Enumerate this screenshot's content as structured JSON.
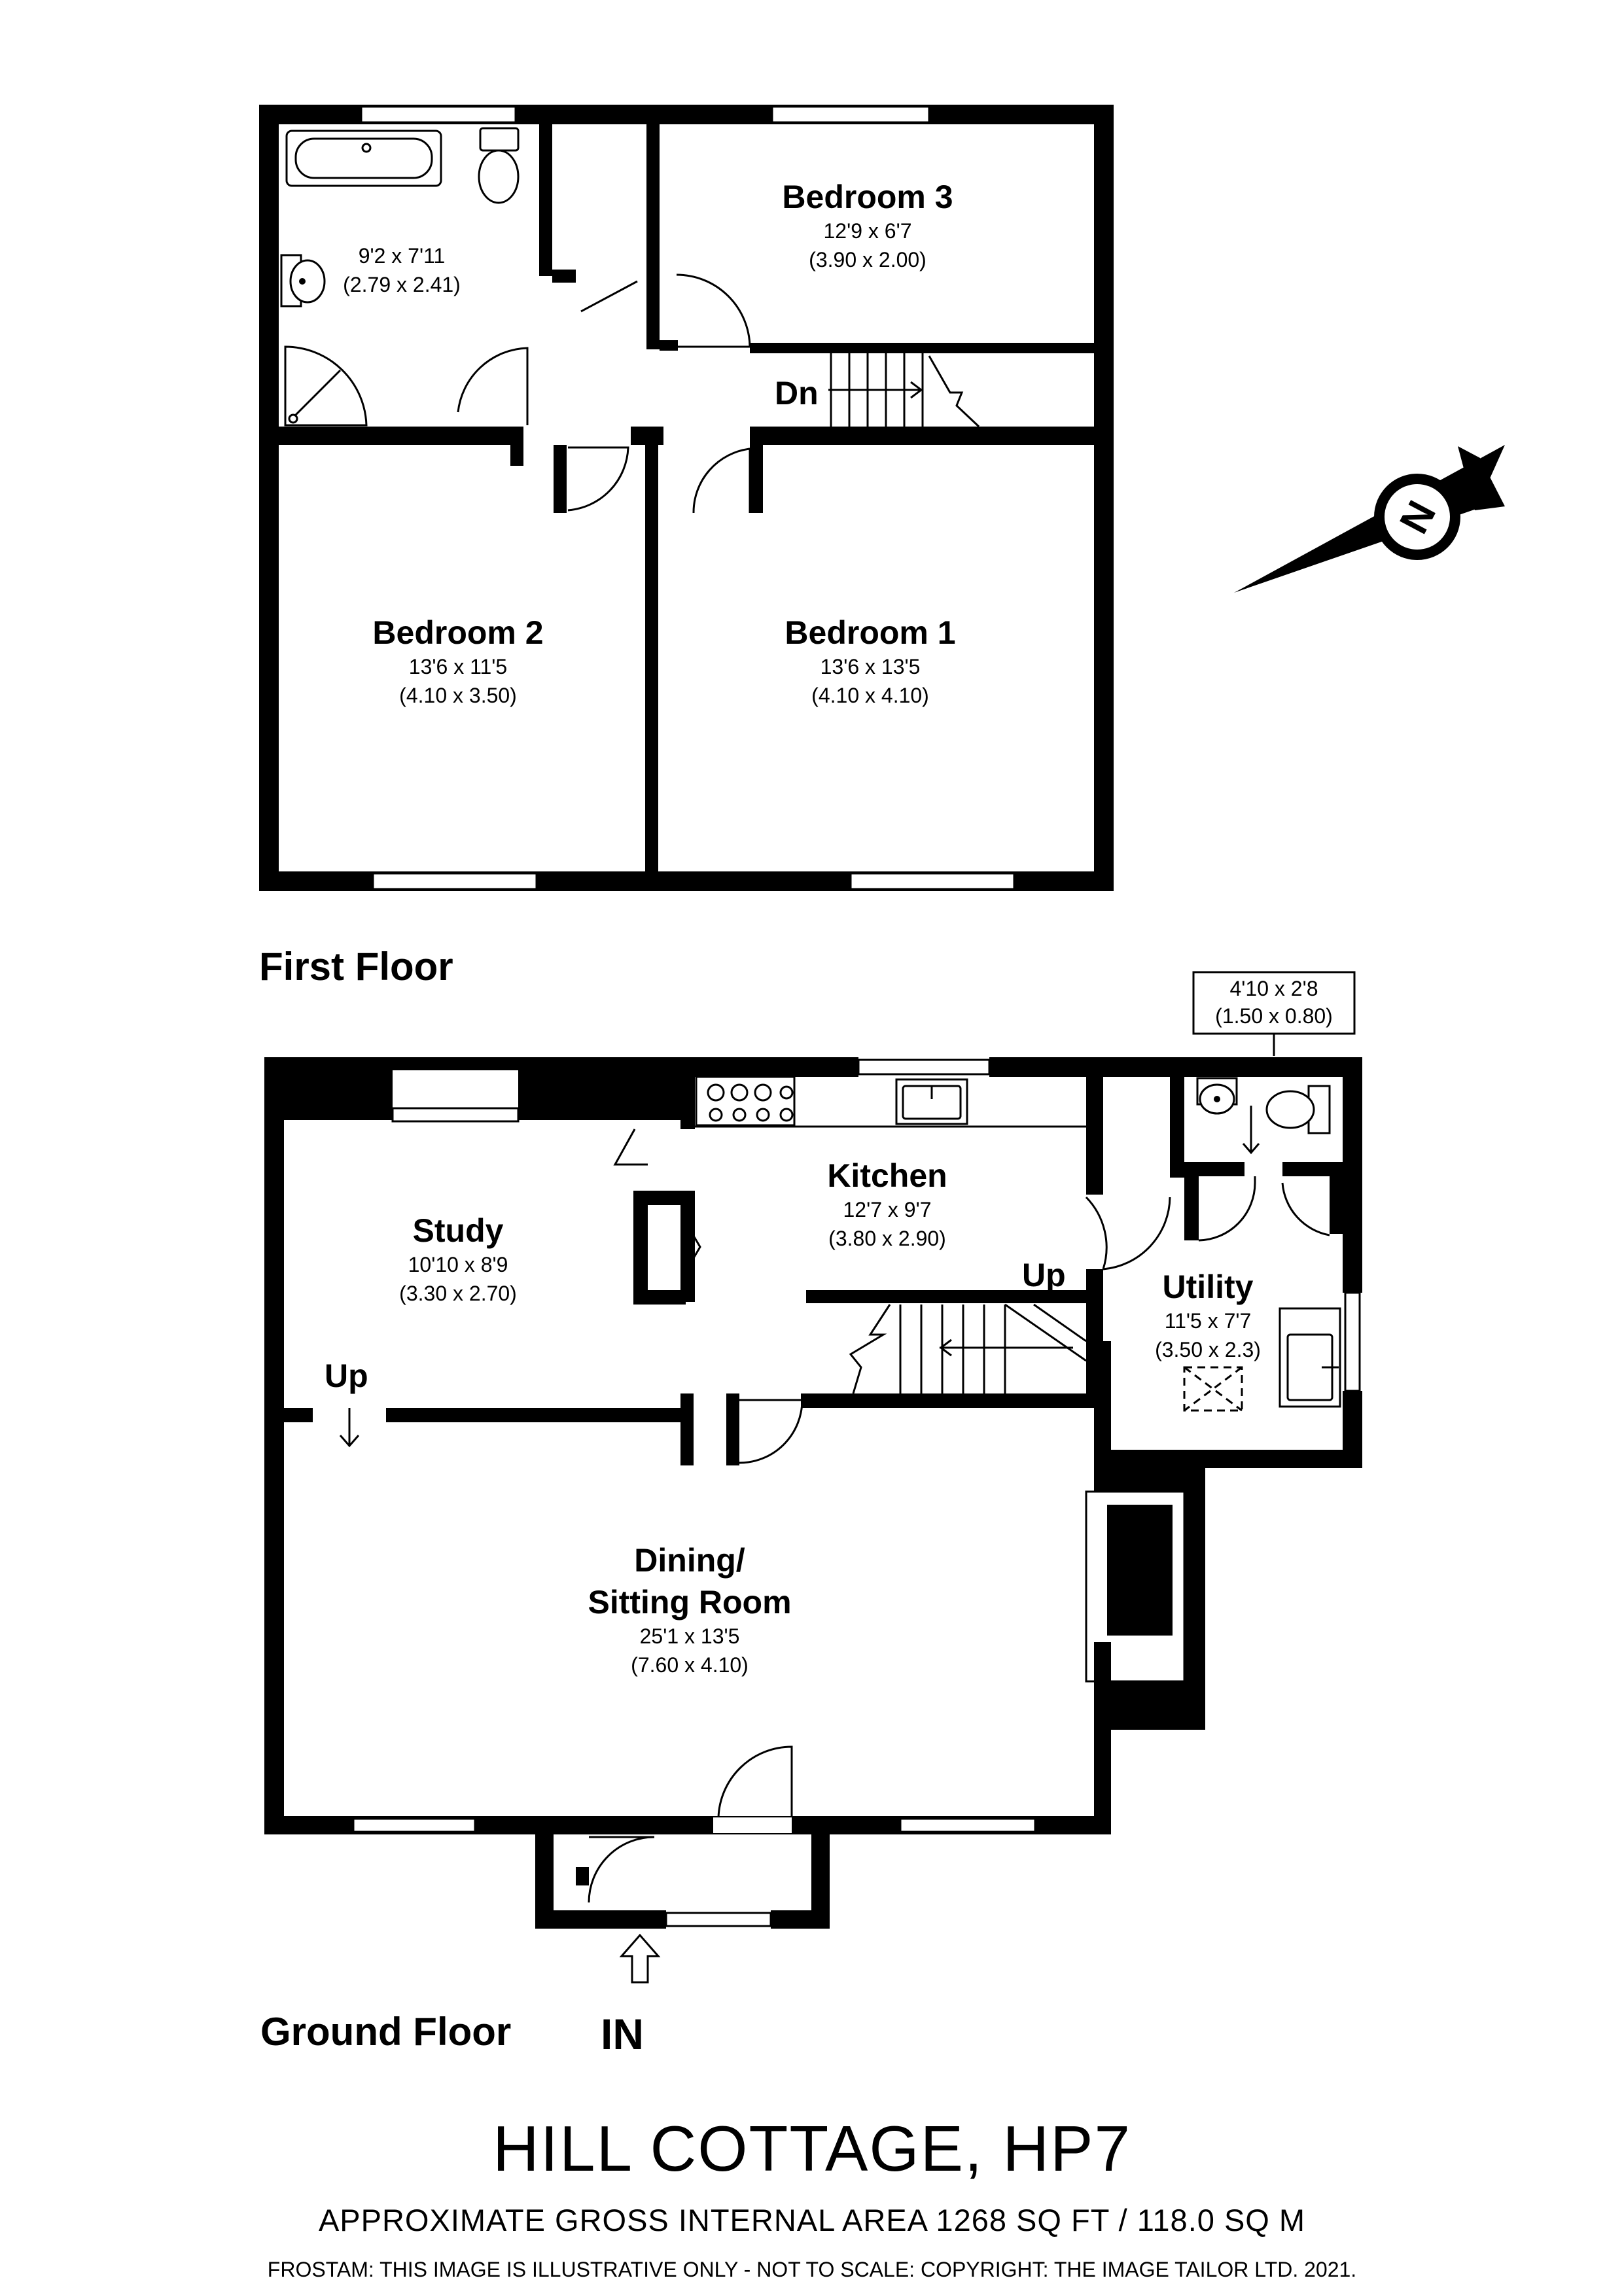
{
  "first_floor": {
    "label": "First Floor",
    "bathroom": {
      "dim_imperial": "9'2 x 7'11",
      "dim_metric": "(2.79 x 2.41)"
    },
    "bedroom3": {
      "name": "Bedroom 3",
      "dim_imperial": "12'9 x 6'7",
      "dim_metric": "(3.90 x 2.00)"
    },
    "bedroom2": {
      "name": "Bedroom 2",
      "dim_imperial": "13'6 x 11'5",
      "dim_metric": "(4.10 x 3.50)"
    },
    "bedroom1": {
      "name": "Bedroom 1",
      "dim_imperial": "13'6 x 13'5",
      "dim_metric": "(4.10 x 4.10)"
    },
    "stairs_label": "Dn"
  },
  "ground_floor": {
    "label": "Ground Floor",
    "entrance_label": "IN",
    "study": {
      "name": "Study",
      "dim_imperial": "10'10 x 8'9",
      "dim_metric": "(3.30 x 2.70)"
    },
    "kitchen": {
      "name": "Kitchen",
      "dim_imperial": "12'7 x 9'7",
      "dim_metric": "(3.80 x 2.90)"
    },
    "utility": {
      "name": "Utility",
      "dim_imperial": "11'5 x 7'7",
      "dim_metric": "(3.50 x 2.3)"
    },
    "wc": {
      "dim_imperial": "4'10 x 2'8",
      "dim_metric": "(1.50 x 0.80)"
    },
    "dining": {
      "name_line1": "Dining/",
      "name_line2": "Sitting Room",
      "dim_imperial": "25'1 x 13'5",
      "dim_metric": "(7.60 x 4.10)"
    },
    "stairs_up_kitchen": "Up",
    "stairs_up_study": "Up"
  },
  "compass_letter": "N",
  "title": "HILL COTTAGE, HP7",
  "subtitle": "APPROXIMATE GROSS INTERNAL AREA 1268 SQ FT / 118.0 SQ M",
  "disclaimer": "FROSTAM: THIS IMAGE IS ILLUSTRATIVE ONLY - NOT TO SCALE: COPYRIGHT: THE IMAGE TAILOR LTD. 2021."
}
